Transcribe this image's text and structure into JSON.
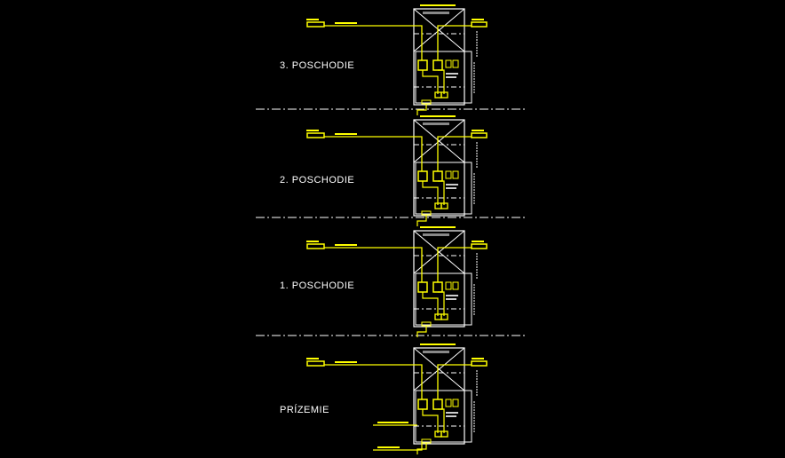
{
  "floors": [
    {
      "label": "3. POSCHODIE"
    },
    {
      "label": "2. POSCHODIE"
    },
    {
      "label": "1. POSCHODIE"
    },
    {
      "label": "PRÍZEMIE"
    }
  ],
  "colors": {
    "background": "#000000",
    "wiring": "#ffff00",
    "structure": "#ffffff"
  }
}
